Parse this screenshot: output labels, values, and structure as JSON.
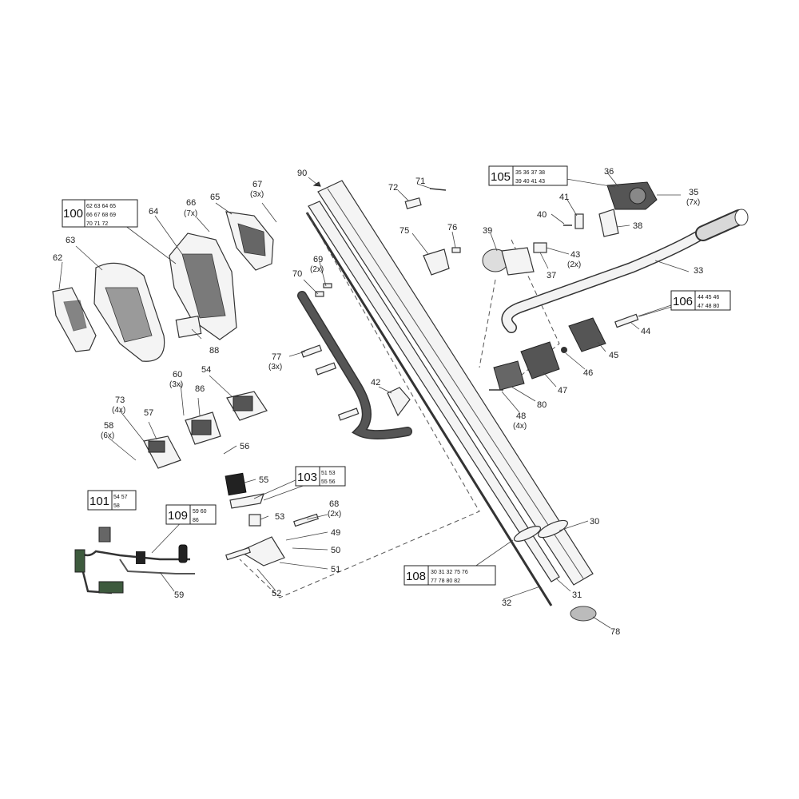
{
  "callouts": {
    "p90": "90",
    "p71": "71",
    "p72": "72",
    "p76": "76",
    "p75": "75",
    "p65": "65",
    "p66": "66",
    "p66q": "(7x)",
    "p67": "67",
    "p67q": "(3x)",
    "p64": "64",
    "p63": "63",
    "p62": "62",
    "p88": "88",
    "p69": "69",
    "p69q": "(2x)",
    "p70": "70",
    "p77": "77",
    "p77q": "(3x)",
    "p60": "60",
    "p60q": "(3x)",
    "p54": "54",
    "p86": "86",
    "p57": "57",
    "p73": "73",
    "p73q": "(4x)",
    "p58": "58",
    "p58q": "(6x)",
    "p56": "56",
    "p55": "55",
    "p53": "53",
    "p68": "68",
    "p68q": "(2x)",
    "p49": "49",
    "p50": "50",
    "p51": "51",
    "p52": "52",
    "p59": "59",
    "p42": "42",
    "p30": "30",
    "p31": "31",
    "p32": "32",
    "p78": "78",
    "p36": "36",
    "p35": "35",
    "p35q": "(7x)",
    "p41": "41",
    "p40": "40",
    "p38": "38",
    "p39": "39",
    "p43": "43",
    "p43q": "(2x)",
    "p37": "37",
    "p33": "33",
    "p44": "44",
    "p45": "45",
    "p46": "46",
    "p47": "47",
    "p80": "80",
    "p48": "48",
    "p48q": "(4x)"
  },
  "kits": {
    "k100": {
      "num": "100",
      "r1": "62 63 64 65",
      "r2": "66 67 68 69",
      "r3": "70 71 72"
    },
    "k101": {
      "num": "101",
      "r1": "54 57",
      "r2": "58"
    },
    "k103": {
      "num": "103",
      "r1": "51 53",
      "r2": "55 56"
    },
    "k105": {
      "num": "105",
      "r1": "35 36 37 38",
      "r2": "39 40 41 43"
    },
    "k106": {
      "num": "106",
      "r1": "44 45 46",
      "r2": "47 48 80"
    },
    "k108": {
      "num": "108",
      "r1": "30 31 32 75 76",
      "r2": "77 78 80 82"
    },
    "k109": {
      "num": "109",
      "r1": "59 60",
      "r2": "86"
    }
  }
}
